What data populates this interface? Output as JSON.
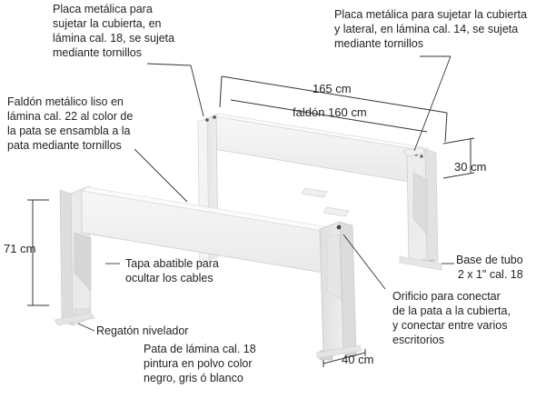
{
  "labels": {
    "placa_cubierta": "Placa metálica para\nsujetar la cubierta, en\nlámina cal. 18, se sujeta\nmediante tornillos",
    "placa_lateral": "Placa metálica para sujetar la cubierta\ny lateral, en lámina cal. 14, se sujeta\nmediante tornillos",
    "faldon_metalico": "Faldón metálico liso en\nlámina cal. 22 al color de\nla pata se ensambla a la\npata mediante tornillos",
    "tapa_abatible": "Tapa abatible para\nocultar los cables",
    "regaton": "Regatón nivelador",
    "pata_lamina": "Pata de lámina cal. 18\npintura en polvo color\nnegro, gris ó blanco",
    "orificio": "Orificio para conectar\nde la pata a la cubierta,\ny conectar entre varios\nescritorios",
    "base_tubo": "Base de tubo\n2 x 1\" cal. 18"
  },
  "dimensions": {
    "length": "165 cm",
    "faldon": "faldón 160 cm",
    "height_skirt": "30 cm",
    "height": "71 cm",
    "depth": "40 cm"
  }
}
